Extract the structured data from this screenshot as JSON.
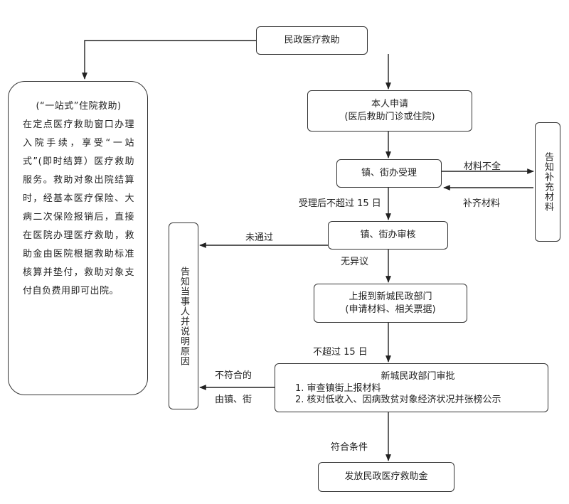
{
  "nodes": {
    "start": "民政医疗救助",
    "apply": {
      "line1": "本人申请",
      "line2": "(医后救助门诊或住院)"
    },
    "accept": "镇、街办受理",
    "review": "镇、街办审核",
    "report": {
      "line1": "上报到新城民政部门",
      "line2": "(申请材料、相关票据)"
    },
    "approve": {
      "heading": "新城民政部门审批",
      "items": [
        "1. 审查镇街上报材料",
        "2. 核对低收入、因病致贫对象经济状况并张榜公示"
      ]
    },
    "issue": "发放民政医疗救助金",
    "notify_supplement": "告知补充材料",
    "notify_reason": "告知当事人并说明原因"
  },
  "left_panel": {
    "title": "(“一站式”住院救助)",
    "body": "在定点医疗救助窗口办理入院手续，享受“一站式”(即时结算）医疗救助服务。救助对象出院结算时，经基本医疗保险、大病二次保险报销后，直接在医院办理医疗救助，救助金由医院根据救助标准核算并垫付，救助对象支付自负费用即可出院。"
  },
  "edge_labels": {
    "material_incomplete": "材料不全",
    "supplement_material": "补齐材料",
    "accept_within": "受理后不超过 15 日",
    "not_passed": "未通过",
    "no_objection": "无异议",
    "within_15": "不超过 15 日",
    "non_compliant_1": "不符合的",
    "non_compliant_2": "由镇、街",
    "compliant": "符合条件"
  }
}
